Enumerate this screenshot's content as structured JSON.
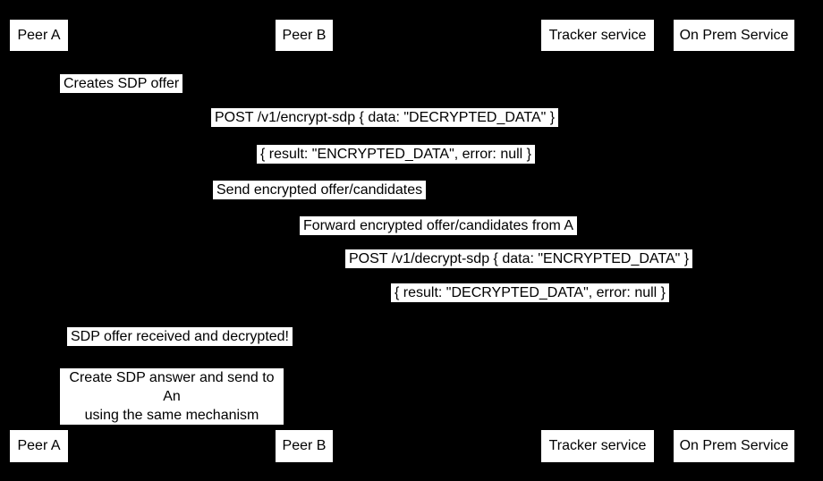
{
  "diagram": {
    "type": "sequence-diagram",
    "colors": {
      "background": "#000000",
      "box_fill": "#ffffff",
      "text": "#000000"
    },
    "participants": [
      {
        "label": "Peer A"
      },
      {
        "label": "Peer B"
      },
      {
        "label": "Tracker service"
      },
      {
        "label": "On Prem Service"
      }
    ],
    "messages": [
      {
        "kind": "note",
        "text": "Creates SDP offer"
      },
      {
        "kind": "message",
        "text": "POST /v1/encrypt-sdp { data: \"DECRYPTED_DATA\" }"
      },
      {
        "kind": "message",
        "text": "{ result: \"ENCRYPTED_DATA\", error: null }"
      },
      {
        "kind": "message",
        "text": "Send encrypted offer/candidates"
      },
      {
        "kind": "message",
        "text": "Forward encrypted offer/candidates from A"
      },
      {
        "kind": "message",
        "text": "POST /v1/decrypt-sdp { data: \"ENCRYPTED_DATA\" }"
      },
      {
        "kind": "message",
        "text": "{ result: \"DECRYPTED_DATA\", error: null }"
      },
      {
        "kind": "note",
        "text": "SDP offer received and decrypted!"
      },
      {
        "kind": "note",
        "text": "Create SDP answer and send to An\nusing the same mechanism"
      }
    ]
  }
}
